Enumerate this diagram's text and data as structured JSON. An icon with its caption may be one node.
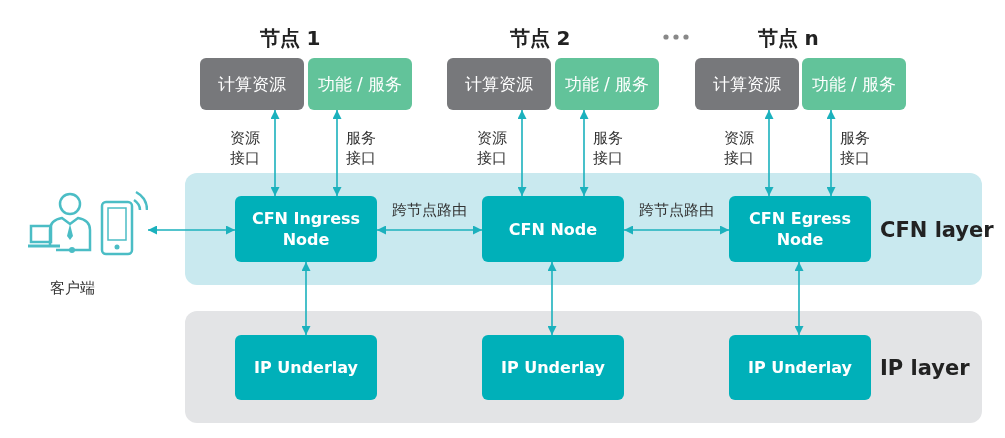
{
  "diagram": {
    "nodes": [
      {
        "text": [
          "CFN layer"
        ]
      },
      {
        "text": [
          "IP layer"
        ]
      },
      {
        "text": [
          "计算资源"
        ]
      },
      {
        "text": [
          "功能 / 服务"
        ]
      },
      {
        "text": [
          "计算资源"
        ]
      },
      {
        "text": [
          "功能 / 服务"
        ]
      },
      {
        "text": [
          "计算资源"
        ]
      },
      {
        "text": [
          "功能 / 服务"
        ]
      },
      {
        "text": [],
        "shape": "picture",
        "beside": [
          "客户端"
        ]
      },
      {
        "text": [
          "CFN Ingress Node"
        ],
        "in": 0
      },
      {
        "text": [
          "CFN Node"
        ],
        "in": 0
      },
      {
        "text": [
          "CFN Egress Node"
        ],
        "in": 0
      },
      {
        "text": [
          "IP Underlay"
        ],
        "in": 1
      },
      {
        "text": [
          "IP Underlay"
        ],
        "in": 1
      },
      {
        "text": [
          "IP Underlay"
        ],
        "in": 1
      }
    ],
    "edges": [
      {
        "from": 2,
        "to": 9,
        "arrow": "both",
        "label": "资源接口"
      },
      {
        "from": 3,
        "to": 9,
        "arrow": "both",
        "label": "服务接口"
      },
      {
        "from": 4,
        "to": 10,
        "arrow": "both",
        "label": "资源接口"
      },
      {
        "from": 5,
        "to": 10,
        "arrow": "both",
        "label": "服务接口"
      },
      {
        "from": 6,
        "to": 11,
        "arrow": "both",
        "label": "资源接口"
      },
      {
        "from": 7,
        "to": 11,
        "arrow": "both",
        "label": "服务接口"
      },
      {
        "from": 8,
        "to": 9,
        "arrow": "both"
      },
      {
        "from": 9,
        "to": 10,
        "arrow": "both",
        "label": "跨节点路由"
      },
      {
        "from": 10,
        "to": 11,
        "arrow": "both",
        "label": "跨节点路由"
      },
      {
        "from": 9,
        "to": 12,
        "arrow": "both"
      },
      {
        "from": 10,
        "to": 13,
        "arrow": "both"
      },
      {
        "from": 11,
        "to": 14,
        "arrow": "both"
      }
    ],
    "labels": [
      "节点 1",
      "节点 2",
      "节点 n"
    ]
  }
}
